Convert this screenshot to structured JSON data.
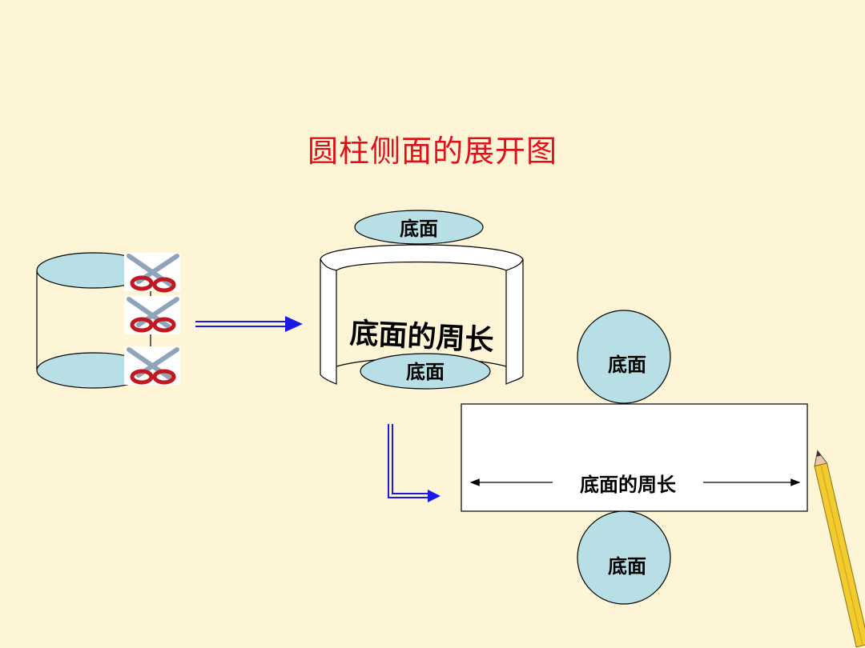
{
  "title": "圆柱侧面的展开图",
  "labels": {
    "base": "底面",
    "circumference": "底面的周长"
  },
  "colors": {
    "background": "#FDF5D6",
    "title": "#E0101A",
    "ellipse_fill": "#B7DFE5",
    "arrow": "#1A1AE6"
  }
}
